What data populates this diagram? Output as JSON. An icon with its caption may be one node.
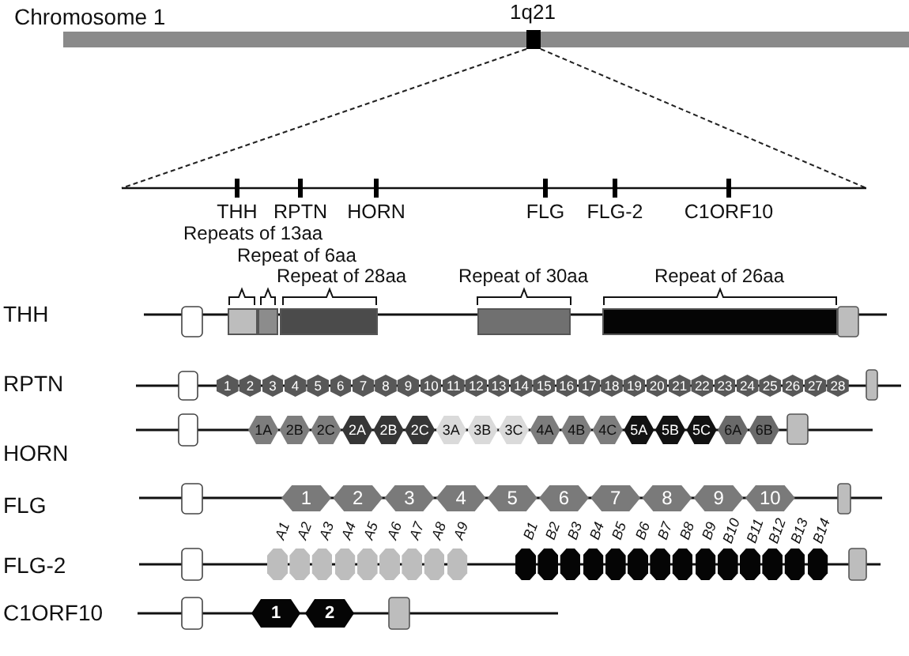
{
  "diagram": {
    "nodes": [
      {
        "text": [],
        "shape": "box"
      },
      {
        "text": [],
        "shape": "box"
      },
      {
        "text": [],
        "shape": "box"
      },
      {
        "text": [],
        "shape": "box"
      },
      {
        "text": [],
        "shape": "box"
      },
      {
        "text": [
          "1"
        ]
      },
      {
        "text": [
          "2"
        ]
      },
      {
        "text": [
          "3"
        ]
      },
      {
        "text": [
          "4"
        ]
      },
      {
        "text": [
          "5"
        ]
      },
      {
        "text": [
          "6"
        ]
      },
      {
        "text": [
          "7"
        ]
      },
      {
        "text": [
          "8"
        ]
      },
      {
        "text": [
          "9"
        ]
      },
      {
        "text": [
          "10"
        ]
      },
      {
        "text": [
          "11"
        ]
      },
      {
        "text": [
          "12"
        ]
      },
      {
        "text": [
          "13"
        ]
      },
      {
        "text": [
          "14"
        ]
      },
      {
        "text": [
          "15"
        ]
      },
      {
        "text": [
          "16"
        ]
      },
      {
        "text": [
          "17"
        ]
      },
      {
        "text": [
          "18"
        ]
      },
      {
        "text": [
          "19"
        ]
      },
      {
        "text": [
          "20"
        ]
      },
      {
        "text": [
          "21"
        ]
      },
      {
        "text": [
          "22"
        ]
      },
      {
        "text": [
          "23"
        ]
      },
      {
        "text": [
          "24"
        ]
      },
      {
        "text": [
          "25"
        ]
      },
      {
        "text": [
          "26"
        ]
      },
      {
        "text": [
          "27"
        ]
      },
      {
        "text": [
          "28"
        ]
      },
      {
        "text": [
          "1A"
        ]
      },
      {
        "text": [
          "2B"
        ]
      },
      {
        "text": [
          "2C"
        ]
      },
      {
        "text": [
          "2A"
        ]
      },
      {
        "text": [
          "2B"
        ]
      },
      {
        "text": [
          "2C"
        ]
      },
      {
        "text": [
          "3A"
        ]
      },
      {
        "text": [
          "3B"
        ]
      },
      {
        "text": [
          "3C"
        ]
      },
      {
        "text": [
          "4A"
        ]
      },
      {
        "text": [
          "4B"
        ]
      },
      {
        "text": [
          "4C"
        ]
      },
      {
        "text": [
          "5A"
        ]
      },
      {
        "text": [
          "5B"
        ]
      },
      {
        "text": [
          "5C"
        ]
      },
      {
        "text": [
          "6A"
        ]
      },
      {
        "text": [
          "6B"
        ]
      },
      {
        "text": [
          "1"
        ]
      },
      {
        "text": [
          "2"
        ]
      },
      {
        "text": [
          "3"
        ]
      },
      {
        "text": [
          "4"
        ]
      },
      {
        "text": [
          "5"
        ]
      },
      {
        "text": [
          "6"
        ]
      },
      {
        "text": [
          "7"
        ]
      },
      {
        "text": [
          "8"
        ]
      },
      {
        "text": [
          "9"
        ]
      },
      {
        "text": [
          "10"
        ]
      },
      {
        "text": [
          "A1"
        ]
      },
      {
        "text": [
          "A2"
        ]
      },
      {
        "text": [
          "A3"
        ]
      },
      {
        "text": [
          "A4"
        ]
      },
      {
        "text": [
          "A5"
        ]
      },
      {
        "text": [
          "A6"
        ]
      },
      {
        "text": [
          "A7"
        ]
      },
      {
        "text": [
          "A8"
        ]
      },
      {
        "text": [
          "A9"
        ]
      },
      {
        "text": [
          "B1"
        ]
      },
      {
        "text": [
          "B2"
        ]
      },
      {
        "text": [
          "B3"
        ]
      },
      {
        "text": [
          "B4"
        ]
      },
      {
        "text": [
          "B5"
        ]
      },
      {
        "text": [
          "B6"
        ]
      },
      {
        "text": [
          "B7"
        ]
      },
      {
        "text": [
          "B8"
        ]
      },
      {
        "text": [
          "B9"
        ]
      },
      {
        "text": [
          "B10"
        ]
      },
      {
        "text": [
          "B11"
        ]
      },
      {
        "text": [
          "B12"
        ]
      },
      {
        "text": [
          "B13"
        ]
      },
      {
        "text": [
          "B14"
        ]
      },
      {
        "text": [
          "1"
        ]
      },
      {
        "text": [
          "2"
        ]
      }
    ],
    "labels": [
      "Chromosome 1",
      "1q21",
      "THH",
      "RPTN",
      "HORN",
      "FLG",
      "FLG-2",
      "C1ORF10",
      "Repeats of 13aa",
      "Repeat of 6aa",
      "Repeat of 28aa",
      "Repeat of 30aa",
      "Repeat of 26aa",
      "THH",
      "RPTN",
      "HORN",
      "FLG",
      "FLG-2",
      "C1ORF10"
    ]
  }
}
